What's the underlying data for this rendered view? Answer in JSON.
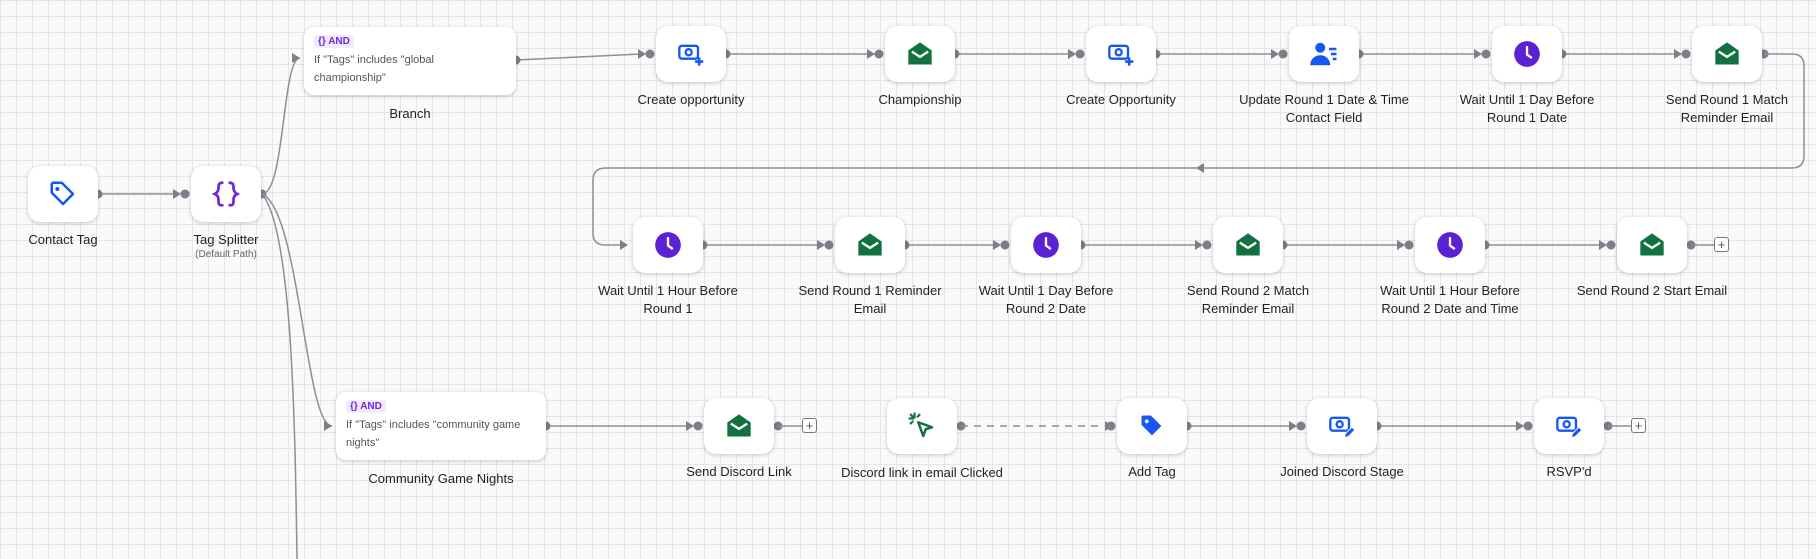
{
  "colors": {
    "tag_blue": "#1557f0",
    "purple": "#6d28d9",
    "email_green": "#11723f",
    "clock_purple": "#5b21d4",
    "connector": "#8a8f99"
  },
  "trigger": {
    "label": "Contact Tag",
    "icon": "tag-outline-icon"
  },
  "splitter": {
    "label": "Tag Splitter",
    "sublabel": "(Default Path)",
    "icon": "curly-braces-icon"
  },
  "branches": [
    {
      "operator": "{} AND",
      "condition": "If \"Tags\" includes \"global championship\"",
      "label": "Branch"
    },
    {
      "operator": "{} AND",
      "condition": "If \"Tags\" includes \"community game nights\"",
      "label": "Community Game Nights"
    }
  ],
  "row1": [
    {
      "label": "Create opportunity",
      "icon": "opportunity-add-icon"
    },
    {
      "label": "Championship",
      "icon": "email-icon"
    },
    {
      "label": "Create Opportunity",
      "icon": "opportunity-add-icon"
    },
    {
      "label": "Update Round 1 Date & Time Contact Field",
      "icon": "contact-update-icon"
    },
    {
      "label": "Wait Until 1 Day Before Round 1 Date",
      "icon": "clock-icon"
    },
    {
      "label": "Send Round 1 Match Reminder Email",
      "icon": "email-icon"
    }
  ],
  "row2": [
    {
      "label": "Wait Until 1 Hour Before Round 1",
      "icon": "clock-icon"
    },
    {
      "label": "Send Round 1 Reminder Email",
      "icon": "email-icon"
    },
    {
      "label": "Wait Until 1 Day Before Round 2 Date",
      "icon": "clock-icon"
    },
    {
      "label": "Send Round 2 Match Reminder Email",
      "icon": "email-icon"
    },
    {
      "label": "Wait Until 1 Hour Before Round 2 Date and Time",
      "icon": "clock-icon"
    },
    {
      "label": "Send Round 2 Start Email",
      "icon": "email-icon"
    }
  ],
  "row3": [
    {
      "label": "Send Discord Link",
      "icon": "email-icon"
    },
    {
      "label": "Discord link in email Clicked",
      "icon": "cursor-click-icon"
    },
    {
      "label": "Add Tag",
      "icon": "tag-filled-icon"
    },
    {
      "label": "Joined Discord Stage",
      "icon": "opportunity-edit-icon"
    },
    {
      "label": "RSVP'd",
      "icon": "opportunity-edit-icon"
    }
  ],
  "add_step": "+"
}
